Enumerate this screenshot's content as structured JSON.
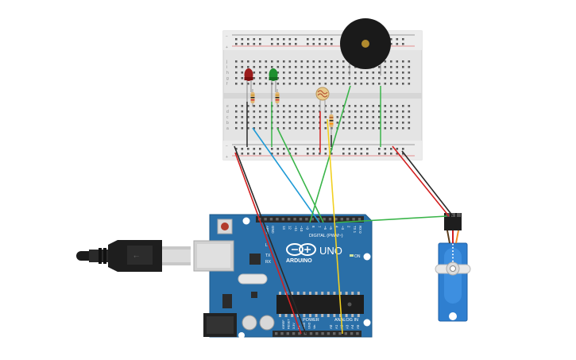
{
  "board": {
    "brand_text": "ARDUINO",
    "model_text": "UNO",
    "on_label": "ON",
    "tx_label": "TX",
    "rx_label": "RX",
    "l_label": "L",
    "digital_label": "DIGITAL (PWM~)",
    "power_label": "POWER",
    "analog_label": "ANALOG IN",
    "aref_label": "AREF",
    "gnd_label": "GND",
    "digital_pins": [
      "13",
      "12",
      "~11",
      "~10",
      "~9",
      "8",
      "7",
      "~6",
      "~5",
      "4",
      "~3",
      "2",
      "TX 1",
      "RX 0"
    ],
    "power_pins": [
      "IOREF",
      "RESET",
      "3.3V",
      "5V",
      "GND",
      "GND",
      "Vin"
    ],
    "analog_pins": [
      "A0",
      "A1",
      "A2",
      "A3",
      "A4",
      "A5"
    ]
  },
  "breadboard": {
    "rail_signs": [
      "+",
      "−"
    ],
    "row_letters_top": [
      "j",
      "i",
      "h",
      "g",
      "f"
    ],
    "row_letters_bottom": [
      "e",
      "d",
      "c",
      "b",
      "a"
    ],
    "column_count": 30
  },
  "components": {
    "led_red_color": "#9b1c1c",
    "led_green_color": "#1f8f2f",
    "buzzer_color": "#1a1a1a",
    "servo_color": "#2f7fd0",
    "board_color": "#2a6fa8"
  },
  "wire_colors": {
    "red": "#d32020",
    "black": "#2a2a2a",
    "green": "#3ab54a",
    "blue": "#1f9ad6",
    "yellow": "#f2d020",
    "orange": "#f08a24"
  }
}
